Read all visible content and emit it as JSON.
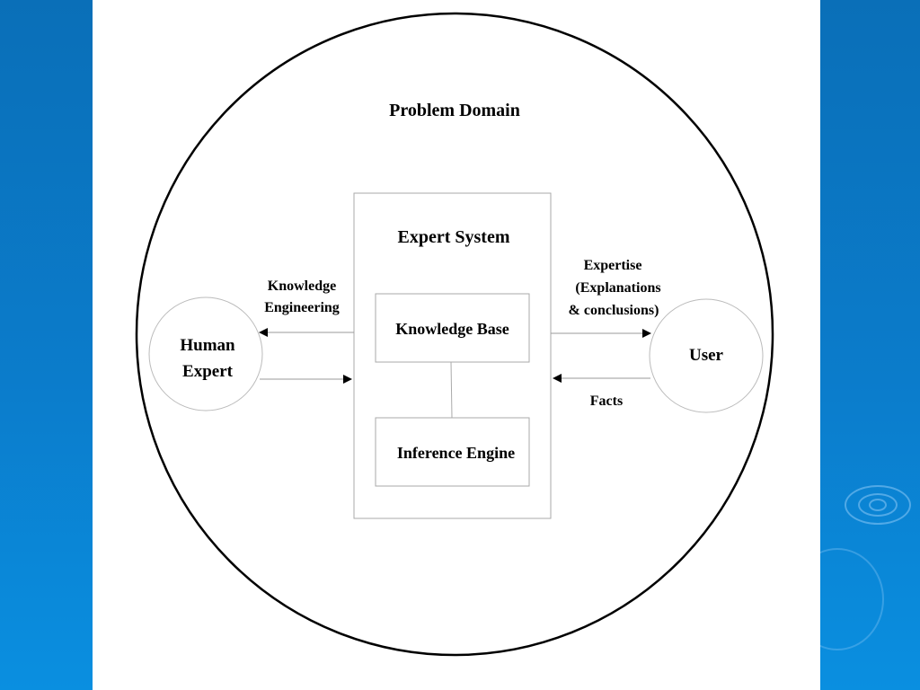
{
  "diagram": {
    "problem_domain": "Problem Domain",
    "expert_system": "Expert System",
    "knowledge_base": "Knowledge Base",
    "inference_engine": "Inference Engine",
    "human_expert_line1": "Human",
    "human_expert_line2": "Expert",
    "user": "User",
    "knowledge_engineering_line1": "Knowledge",
    "knowledge_engineering_line2": "Engineering",
    "expertise_line1": "Expertise",
    "expertise_line2": "(Explanations",
    "expertise_line3": "& conclusions)",
    "facts": "Facts"
  }
}
